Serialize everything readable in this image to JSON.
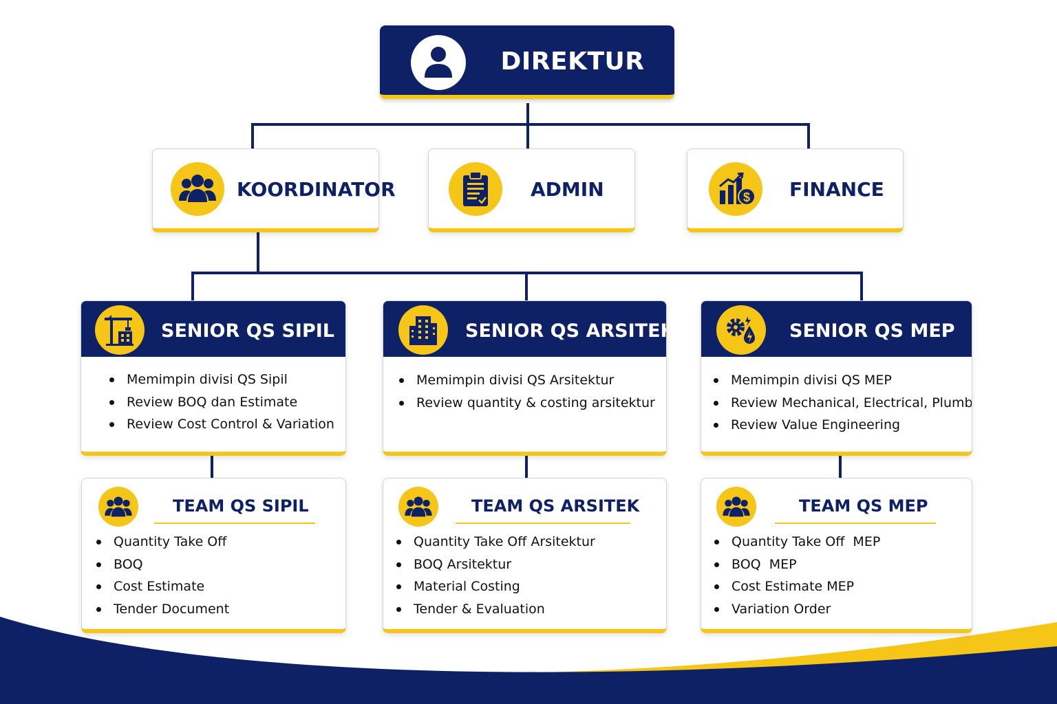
{
  "colors": {
    "navy": "#0f2166",
    "yellow": "#f5c518",
    "white": "#ffffff"
  },
  "direktur": {
    "title": "DIREKTUR",
    "icon": "user-icon"
  },
  "level2": [
    {
      "label": "KOORDINATOR",
      "icon": "team-icon"
    },
    {
      "label": "ADMIN",
      "icon": "clipboard-icon"
    },
    {
      "label": "FINANCE",
      "icon": "finance-chart-icon"
    }
  ],
  "seniors": [
    {
      "title": "SENIOR QS SIPIL",
      "icon": "crane-building-icon",
      "items": [
        "Memimpin divisi QS Sipil",
        "Review BOQ dan Estimate",
        "Review Cost Control & Variation"
      ]
    },
    {
      "title": "SENIOR QS ARSITEK",
      "icon": "office-building-icon",
      "items": [
        "Memimpin divisi QS Arsitektur",
        "Review quantity & costing arsitektur"
      ]
    },
    {
      "title": "SENIOR QS MEP",
      "icon": "gear-energy-icon",
      "items": [
        "Memimpin divisi QS MEP",
        "Review Mechanical, Electrical, Plumbing",
        "Review Value Engineering"
      ]
    }
  ],
  "teams": [
    {
      "title": "TEAM QS SIPIL",
      "icon": "team-icon",
      "items": [
        "Quantity Take Off",
        "BOQ",
        "Cost Estimate",
        "Tender Document"
      ]
    },
    {
      "title": "TEAM QS ARSITEK",
      "icon": "team-icon",
      "items": [
        "Quantity Take Off Arsitektur",
        "BOQ Arsitektur",
        "Material Costing",
        "Tender & Evaluation"
      ]
    },
    {
      "title": "TEAM QS MEP",
      "icon": "team-icon",
      "items": [
        "Quantity Take Off  MEP",
        "BOQ  MEP",
        "Cost Estimate MEP",
        "Variation Order"
      ]
    }
  ]
}
